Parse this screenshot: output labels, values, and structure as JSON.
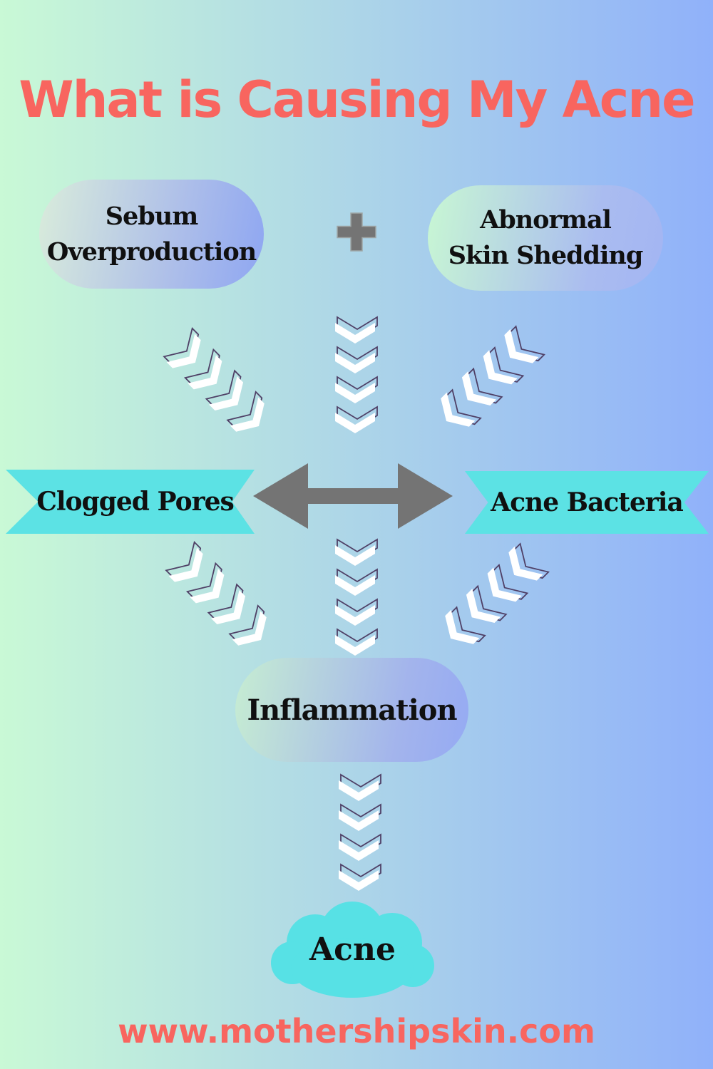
{
  "title": "What is Causing My Acne",
  "diagram": {
    "cause_left": {
      "line1": "Sebum",
      "line2": "Overproduction"
    },
    "cause_right": {
      "line1": "Abnormal",
      "line2": "Skin Shedding"
    },
    "result_left": "Clogged Pores",
    "result_right": "Acne Bacteria",
    "merge_node": "Inflammation",
    "final_node": "Acne"
  },
  "footer": {
    "website": "www.mothershipskin.com"
  },
  "colors": {
    "accent_coral": "#f8655f",
    "banner_teal": "#5ce2e4",
    "cloud_teal": "#57e1e5",
    "arrow_gray": "#747474",
    "chevron_outline": "#4f4066",
    "chevron_fill": "#ffffff",
    "bg_gradient_left": "#c9f9d6",
    "bg_gradient_right": "#90b1fa",
    "text_black": "#101010"
  }
}
